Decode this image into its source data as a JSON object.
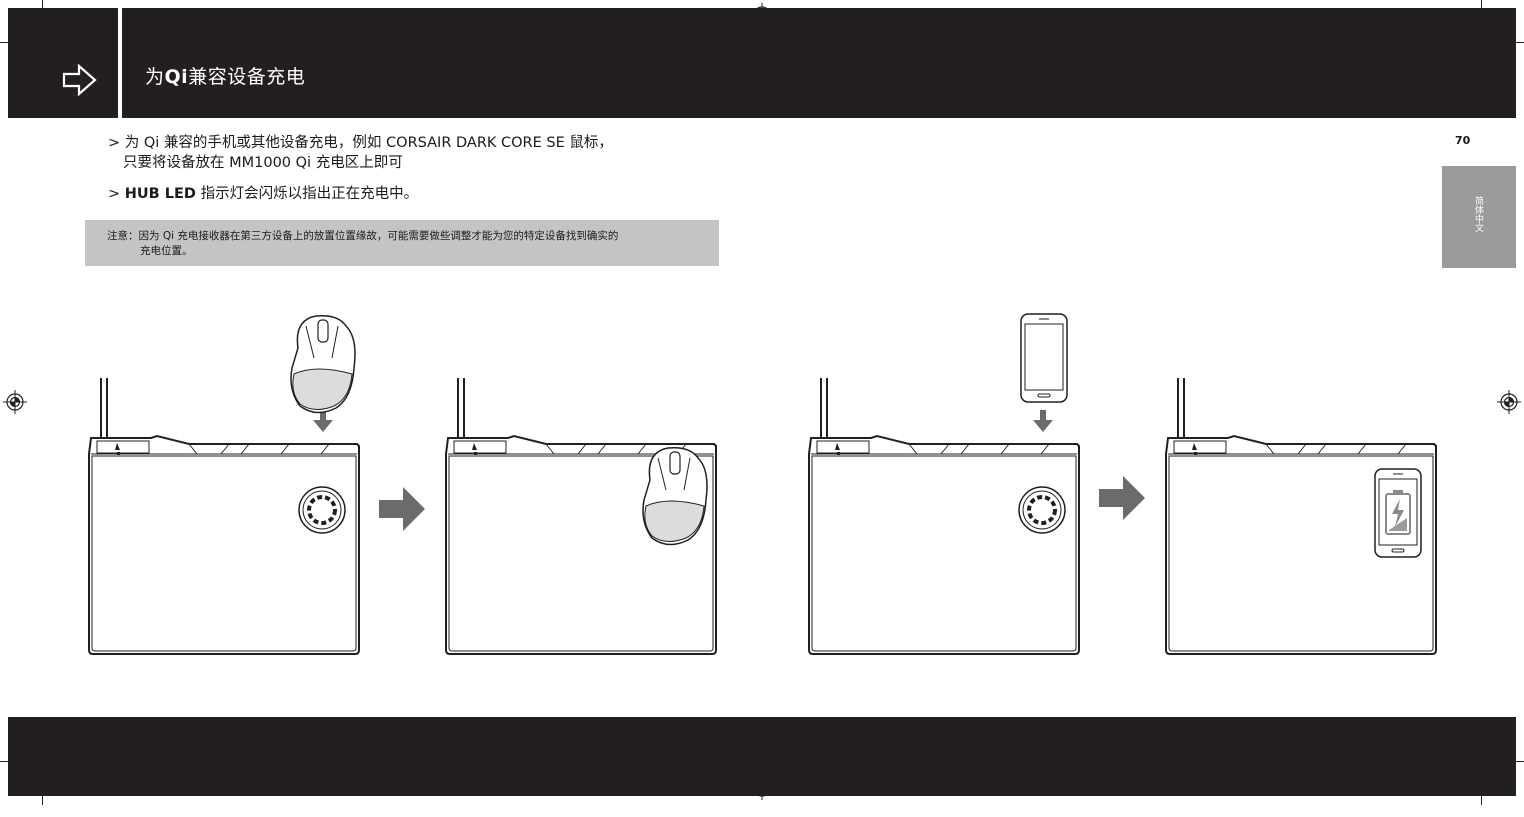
{
  "header": {
    "title_prefix": "为",
    "title_bold": "Qi",
    "title_suffix": "兼容设备充电",
    "icon": "arrow-right-outline-icon"
  },
  "bullets": {
    "b1_marker": ">",
    "b1_line1": "为 Qi 兼容的手机或其他设备充电，例如 CORSAIR DARK CORE SE 鼠标，",
    "b1_line2": "只要将设备放在 MM1000 Qi 充电区上即可",
    "b2_marker": ">",
    "b2_bold": "HUB LED",
    "b2_rest": " 指示灯会闪烁以指出正在充电中。"
  },
  "note": {
    "line1": "注意：因为 Qi 充电接收器在第三方设备上的放置位置缘故，可能需要做些调整才能为您的特定设备找到确实的",
    "line2": "充电位置。"
  },
  "sidebar": {
    "page_number": "70",
    "language": "简体中文"
  },
  "colors": {
    "dark": "#231f20",
    "note_bg": "#c4c4c4",
    "tab_bg": "#9b9b9b",
    "arrow_gray": "#6b6b6b"
  },
  "icons": [
    "registration-mark-icon",
    "mouse-icon",
    "phone-icon",
    "battery-charging-icon",
    "down-arrow-icon",
    "right-arrow-icon",
    "qi-charge-zone-icon",
    "corsair-logo-icon"
  ]
}
